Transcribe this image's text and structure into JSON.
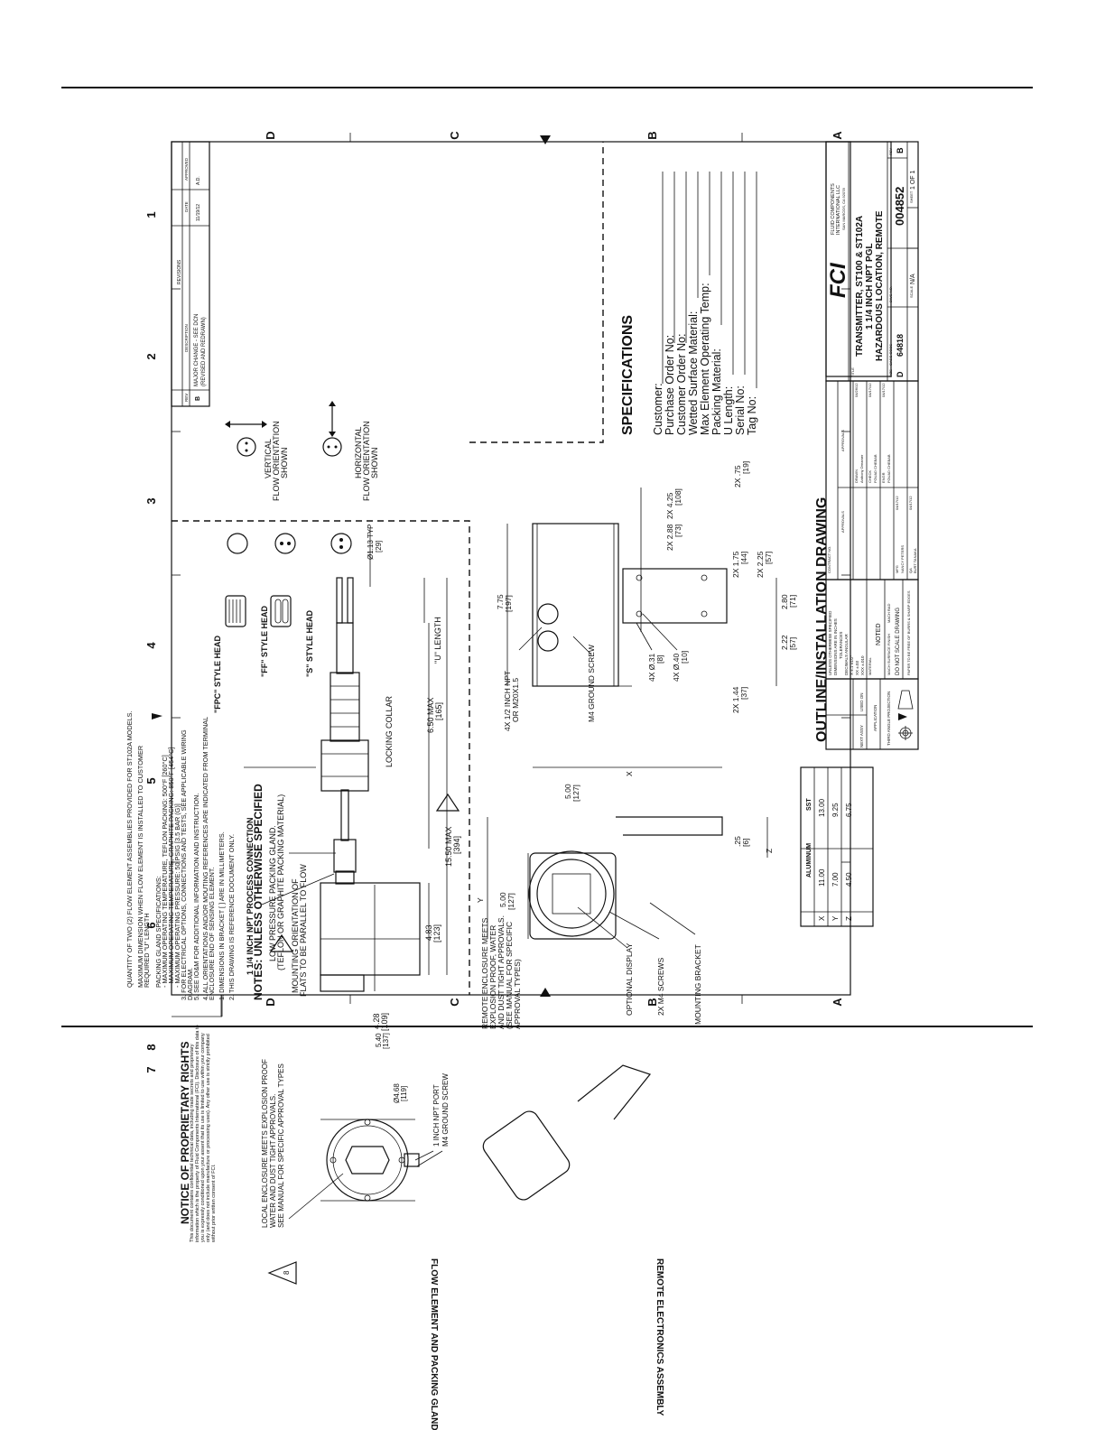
{
  "sheet": {
    "zones_cols": [
      "8",
      "7",
      "6",
      "5",
      "4",
      "3",
      "2",
      "1"
    ],
    "zones_rows": [
      "D",
      "C",
      "B",
      "A"
    ]
  },
  "proprietary": {
    "title": "NOTICE OF PROPRIETARY RIGHTS",
    "lines": [
      "This document contains confidential technical data, including trade secrets and proprietary",
      "information which is the property of Fluid Components International (FCI). Disclosure of this data to",
      "you is expressly conditioned upon your assent that its use is limited to use within your company",
      "only (and does not include manufacture or processing uses). Any other use is strictly prohibited",
      "without prior written consent of FCI."
    ]
  },
  "notes": {
    "title": "NOTES: UNLESS OTHERWISE SPECIFIED",
    "items": [
      "1.  DIMENSIONS IN BRACKET [ ] ARE IN MILLIMETERS.",
      "2.  THIS DRAWING IS REFERENCE DOCUMENT ONLY.",
      "3.  FOR ELECTRICAL OPTIONS, CONNECTIONS AND TESTS, SEE APPLICABLE WIRING",
      "     DIAGRAM.",
      "4.  ALL ORIENTATIONS AND/OR MOUTING REFERENCES ARE INDICATED FROM TERMINAL",
      "     ENCLOSURE END OF SENSING ELEMENT.",
      "5.  SEE IO&M FOR ADDITIONAL INFORMATION AND INSTRUCTION.",
      "PACKING GLAND SPECIFICATIONS:",
      "  - MAXIMUM OPERATING TEMPERATURE, TEFLON PACKING: 500°F [260°C]",
      "  - MAXIMUM OPERATING TEMPERATURE, GRAPHITE PACKING: 850°F [454°C]",
      "  - MAXIMUM OPERATING PRESSURE: 50 PSIG [3.5 BAR (G)]",
      "MAXIMUM DIMENSION WHEN FLOW ELEMENT IS INSTALLED TO CUSTOMER",
      "REQUIRED \"U\" LENGTH",
      "QUANTITY OF TWO (2) FLOW ELEMENT ASSEMBLIES PROVIDED FOR ST102A MODELS."
    ],
    "flags": [
      "6",
      "7",
      "8"
    ]
  },
  "sections": {
    "flow_element": "FLOW ELEMENT AND PACKING GLAND ASSEMBLY",
    "remote": "REMOTE ELECTRONICS ASSEMBLY"
  },
  "callouts": {
    "local_enclosure": [
      "LOCAL ENCLOSURE MEETS EXPLOSION PROOF",
      "WATER AND DUST TIGHT APPROVALS.",
      "SEE MANUAL FOR SPECIFIC APPROVAL TYPES"
    ],
    "npt_port": "1 INCH NPT PORT",
    "ground_screw": "M4 GROUND SCREW",
    "d540": "5.40",
    "d540mm": "[137]",
    "d468": "Ø4.68",
    "d468mm": "[119]",
    "process_conn": "1 1/4 INCH NPT PROCESS CONNECTION",
    "packing_gland": [
      "LOW PRESSURE PACKING GLAND.",
      "(TEFLON OR GRAPHITE PACKING MATERIAL)"
    ],
    "mount_orient": [
      "MOUNTING ORIENTATION OF",
      "FLATS TO BE PARALLEL TO FLOW"
    ],
    "locking_collar": "LOCKING COLLAR",
    "d428": "4.28",
    "d428mm": "[109]",
    "d483": "4.83",
    "d483mm": "[123]",
    "d650": "6.50  MAX",
    "d650mm": "[165]",
    "d1550": "15.50 MAX",
    "d1550mm": "[394]",
    "u_length": "\"U\" LENGTH",
    "fpc_head": "\"FPC\" STYLE HEAD",
    "ff_head": "\"FF\" STYLE HEAD",
    "s_head": "\"S\" STYLE HEAD",
    "d113": "Ø1.13 TYP",
    "d113mm": "[29]",
    "vertical": [
      "VERTICAL",
      "FLOW ORIENTATION",
      "SHOWN"
    ],
    "horizontal": [
      "HORIZONTAL",
      "FLOW ORIENTATION",
      "SHOWN"
    ],
    "remote_enclosure": [
      "REMOTE ENCLOSURE MEETS",
      "EXPLOSION PROOF, WATER",
      "AND DUST TIGHT APPROVALS.",
      "(SEE MANUAL FOR SPECIFIC",
      "APPROVAL TYPES)"
    ],
    "optional_display": "OPTIONAL DISPLAY",
    "m4_screws": "2X M4 SCREWS",
    "mounting_bracket": "MOUNTING BRACKET",
    "y": "Y",
    "x": "X",
    "z": "Z",
    "d500a": "5.00",
    "d500amm": "[127]",
    "d500b": "5.00",
    "d500bmm": "[127]",
    "d025": ".25",
    "d025mm": "[6]",
    "npt_half": [
      "4X 1/2 INCH NPT",
      "OR M20X1.5"
    ],
    "ground_screw2": "M4 GROUND SCREW",
    "d775": "7.75",
    "d775mm": "[197]",
    "h031": "4X  Ø.31",
    "h031mm": "[8]",
    "h040": "4X  Ø.40",
    "h040mm": "[10]",
    "d144": "2X 1.44",
    "d144mm": "[37]",
    "d222": "2.22",
    "d222mm": "[57]",
    "d280": "2.80",
    "d280mm": "[71]",
    "d175": "2X  1.75",
    "d175mm": "[44]",
    "d225": "2X  2.25",
    "d225mm": "[57]",
    "d288": "2X  2.88",
    "d288mm": "[73]",
    "d425": "2X  4.25",
    "d425mm": "[108]",
    "d075": "2X  .75",
    "d075mm": "[19]"
  },
  "dim_table": {
    "headers": [
      "",
      "ALUMINUM",
      "SST"
    ],
    "rows": [
      [
        "X",
        "11.00",
        "13.00"
      ],
      [
        "Y",
        "7.00",
        "9.25"
      ],
      [
        "Z",
        "4.50",
        "6.75"
      ]
    ]
  },
  "specs": {
    "title": "SPECIFICATIONS",
    "fields": [
      "Customer:",
      "Purchase Order No:",
      "Customer Order No:",
      "Wetted Surface Material:",
      "Max Element Operating Temp:",
      "Packing Material:",
      "U Length:",
      "Serial No:",
      "Tag No:"
    ]
  },
  "revisions": {
    "title": "REVISIONS",
    "headers": [
      "REV",
      "DESCRIPTION",
      "DATE",
      "APPROVED"
    ],
    "row": [
      "B",
      "MAJOR CHANGE - SEE DCN",
      "(REVISED AND REDRAWN)",
      "11/19/12",
      "A.D."
    ]
  },
  "title_block": {
    "heading": "OUTLINE/INSTALLATION DRAWING",
    "company_logo": "FCI",
    "company": [
      "FLUID COMPONENTS",
      "INTERNATIONAL LLC",
      "SAN MARCOS, CA 92078"
    ],
    "title_label": "TITLE",
    "title_lines": [
      "TRANSMITTER, ST100 & ST102A",
      "1 1/4 INCH NPT PGL",
      "HAZARDOUS LOCATION, REMOTE"
    ],
    "size_label": "SIZE",
    "size": "D",
    "cage_label": "CAGE CODE",
    "cage": "64818",
    "dwg_label": "DWG NO.",
    "dwg": "004852",
    "rev_label": "REV",
    "rev": "B",
    "scale_label": "SCALE",
    "scale": "N/A",
    "sheet_label": "SHEET",
    "sheet": "1 OF 1",
    "tolerance": [
      "UNLESS OTHERWISE SPECIFIED",
      "DIMENSIONS ARE IN INCHES",
      "TOLERANCES",
      "DECIMALS        ANGULAR",
      "X    ±.1             ±1/2°",
      "XX   ±.03",
      "XXX  ±.010"
    ],
    "material_label": "MATERIAL",
    "noted": "NOTED",
    "finish": "MACH SURFACE FINISH",
    "mach_rad": "MACH RAD",
    "do_not_scale": "DO NOT SCALE DRAWING",
    "paper_free": "PAPER TO BE FREE OF BURRS & SHARP EDGES",
    "contract": "CONTRACT NO.",
    "approvals": "APPROVALS",
    "drawn_label": "DRAWN",
    "drawn": "Anthony Dreamer",
    "check_label": "CHECK",
    "check": "FOUAD CHEBAB",
    "engr_label": "ENGR",
    "engr": "FOUAD CHEBAB",
    "mfg_label": "MFG",
    "mfg": "NANCY PETERS",
    "qa_label": "QA",
    "qa": "BURT TANAKA",
    "dates": [
      "04/26/12",
      "04/17/12",
      "04/17/12",
      "04/17/12",
      "04/17/12"
    ],
    "next_assy": "NEXT ASSY",
    "used_on": "USED ON",
    "application": "APPLICATION",
    "projection": "THIRD ANGLE PROJECTION"
  }
}
